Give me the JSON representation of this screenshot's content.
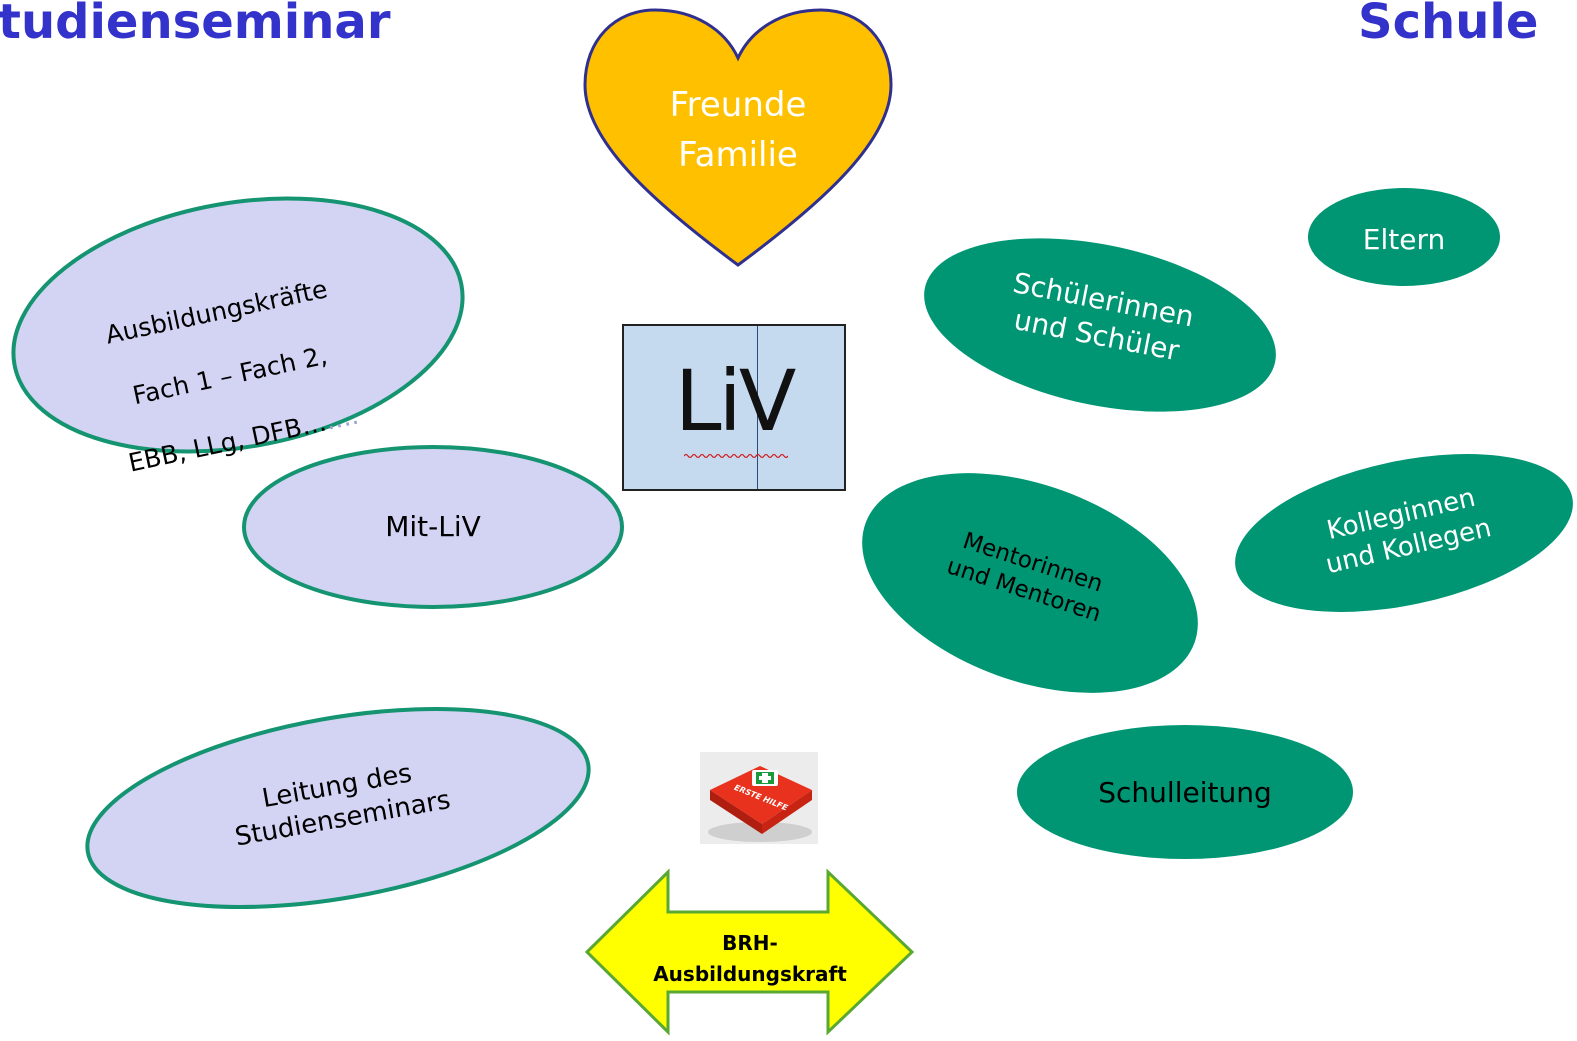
{
  "headings": {
    "left": "tudienseminar",
    "right": "Schule"
  },
  "colors": {
    "heading": "#3333cc",
    "lavender_fill": "#d3d3f3",
    "teal_outline": "#149470",
    "green_fill": "#009673",
    "heart_fill": "#ffc000",
    "heart_outline": "#2f2f8f",
    "arrow_fill": "#ffff00",
    "arrow_outline": "#5aa832",
    "liv_box": "#c5d9ef"
  },
  "heart": {
    "label": "Freunde\nFamilie"
  },
  "center": {
    "label": "LiV"
  },
  "seminar_nodes": {
    "ausbildung": {
      "line1": "Ausbildungskräfte",
      "line2": "Fach 1 – Fach 2,",
      "line3": "EBB, LLg, DFB…",
      "trail": "…."
    },
    "mitliv": "Mit-LiV",
    "leitung": "Leitung des\nStudienseminars"
  },
  "school_nodes": {
    "eltern": "Eltern",
    "schueler": "Schülerinnen\nund Schüler",
    "kollegen": "Kolleginnen\nund Kollegen",
    "mentoren": "Mentorinnen\nund Mentoren",
    "schulleitung": "Schulleitung"
  },
  "first_aid": {
    "kit_label": "ERSTE HILFE",
    "icon": "first-aid-kit-icon"
  },
  "arrow": {
    "label": "BRH-\nAusbildungskraft",
    "icon": "double-arrow-icon"
  }
}
